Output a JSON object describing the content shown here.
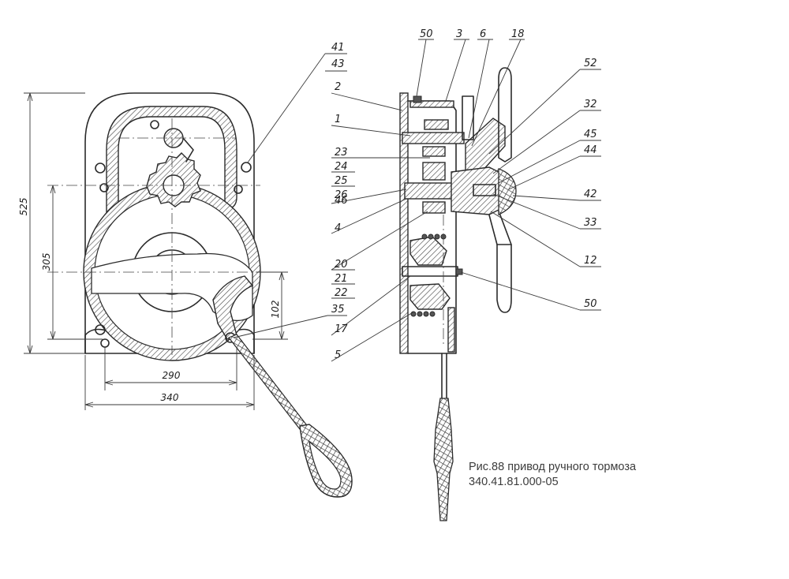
{
  "caption": {
    "title": "Рис.88 привод ручного тормоза",
    "code": "340.41.81.000-05"
  },
  "front_view": {
    "dimensions": {
      "height_total": "525",
      "height_mid": "305",
      "height_low": "102",
      "width_holes": "290",
      "width_total": "340"
    },
    "labels": {
      "l41": "41",
      "l43": "43",
      "l35": "35"
    }
  },
  "section_view": {
    "labels": {
      "l50a": "50",
      "l3": "3",
      "l6": "6",
      "l18": "18",
      "l2": "2",
      "l1": "1",
      "l23": "23",
      "l24": "24",
      "l25": "25",
      "l26": "26",
      "l46": "46",
      "l4": "4",
      "l20": "20",
      "l21": "21",
      "l22": "22",
      "l17": "17",
      "l5": "5",
      "l52": "52",
      "l32": "32",
      "l45": "45",
      "l44": "44",
      "l42": "42",
      "l33": "33",
      "l12": "12",
      "l50b": "50"
    }
  }
}
